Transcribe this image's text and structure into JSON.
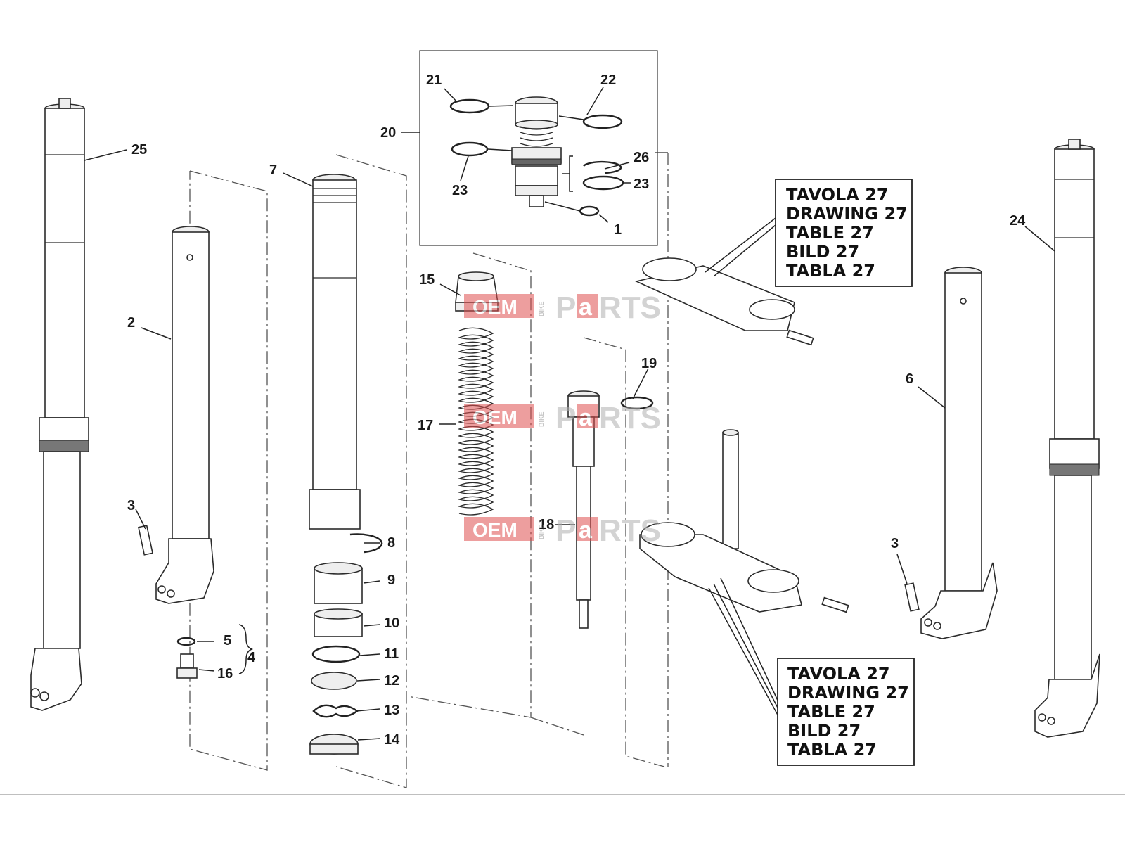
{
  "labels": {
    "l1": "1",
    "l2": "2",
    "l3a": "3",
    "l3b": "3",
    "l4": "4",
    "l5": "5",
    "l6": "6",
    "l7": "7",
    "l8": "8",
    "l9": "9",
    "l10": "10",
    "l11": "11",
    "l12": "12",
    "l13": "13",
    "l14": "14",
    "l15": "15",
    "l16": "16",
    "l17": "17",
    "l18": "18",
    "l19": "19",
    "l20": "20",
    "l21": "21",
    "l22": "22",
    "l23a": "23",
    "l23b": "23",
    "l24": "24",
    "l25": "25",
    "l26": "26"
  },
  "ref_upper": [
    "TAVOLA 27",
    "DRAWING 27",
    "TABLE 27",
    "BILD 27",
    "TABLA 27"
  ],
  "ref_lower": [
    "TAVOLA 27",
    "DRAWING 27",
    "TABLE 27",
    "BILD 27",
    "TABLA 27"
  ],
  "watermark": {
    "oem": "OEM",
    "bike": "BIKE",
    "parts_p": "P",
    "parts_a": "a",
    "parts_rest": "RTS"
  },
  "colors": {
    "watermark_red": "#e05050",
    "watermark_grey": "#b0b0b0"
  }
}
